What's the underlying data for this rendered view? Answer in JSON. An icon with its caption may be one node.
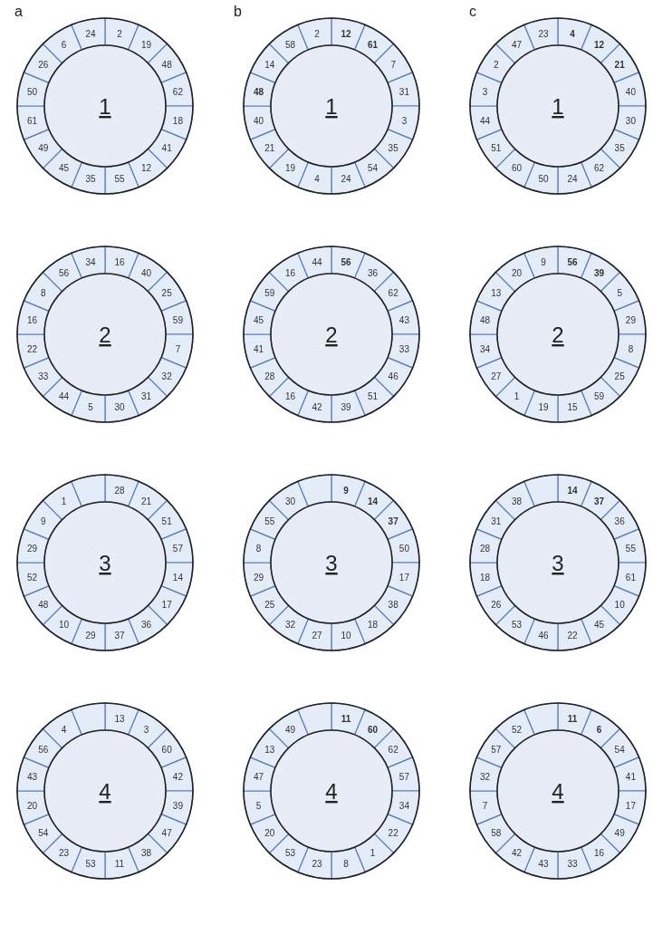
{
  "diagram": {
    "nodes": [
      {
        "text": [
          "1"
        ]
      },
      {
        "text": [
          "2"
        ],
        "in": 0
      },
      {
        "text": [
          "19"
        ],
        "in": 0
      },
      {
        "text": [
          "48"
        ],
        "in": 0
      },
      {
        "text": [
          "62"
        ],
        "in": 0
      },
      {
        "text": [
          "18"
        ],
        "in": 0
      },
      {
        "text": [
          "41"
        ],
        "in": 0
      },
      {
        "text": [
          "12"
        ],
        "in": 0
      },
      {
        "text": [
          "55"
        ],
        "in": 0
      },
      {
        "text": [
          "35"
        ],
        "in": 0
      },
      {
        "text": [
          "45"
        ],
        "in": 0
      },
      {
        "text": [
          "49"
        ],
        "in": 0
      },
      {
        "text": [
          "61"
        ],
        "in": 0
      },
      {
        "text": [
          "50"
        ],
        "in": 0
      },
      {
        "text": [
          "26"
        ],
        "in": 0
      },
      {
        "text": [
          "6"
        ],
        "in": 0
      },
      {
        "text": [
          "24"
        ],
        "in": 0
      },
      {
        "text": [
          "1"
        ]
      },
      {
        "text": [
          "12"
        ],
        "in": 17
      },
      {
        "text": [
          "61"
        ],
        "in": 17
      },
      {
        "text": [
          "7"
        ],
        "in": 17
      },
      {
        "text": [
          "31"
        ],
        "in": 17
      },
      {
        "text": [
          "3"
        ],
        "in": 17
      },
      {
        "text": [
          "35"
        ],
        "in": 17
      },
      {
        "text": [
          "54"
        ],
        "in": 17
      },
      {
        "text": [
          "24"
        ],
        "in": 17
      },
      {
        "text": [
          "4"
        ],
        "in": 17
      },
      {
        "text": [
          "19"
        ],
        "in": 17
      },
      {
        "text": [
          "21"
        ],
        "in": 17
      },
      {
        "text": [
          "40"
        ],
        "in": 17
      },
      {
        "text": [
          "48"
        ],
        "in": 17
      },
      {
        "text": [
          "14"
        ],
        "in": 17
      },
      {
        "text": [
          "58"
        ],
        "in": 17
      },
      {
        "text": [
          "2"
        ],
        "in": 17
      },
      {
        "text": [
          "1"
        ]
      },
      {
        "text": [
          "4"
        ],
        "in": 34
      },
      {
        "text": [
          "12"
        ],
        "in": 34
      },
      {
        "text": [
          "21"
        ],
        "in": 34
      },
      {
        "text": [
          "40"
        ],
        "in": 34
      },
      {
        "text": [
          "30"
        ],
        "in": 34
      },
      {
        "text": [
          "35"
        ],
        "in": 34
      },
      {
        "text": [
          "62"
        ],
        "in": 34
      },
      {
        "text": [
          "24"
        ],
        "in": 34
      },
      {
        "text": [
          "50"
        ],
        "in": 34
      },
      {
        "text": [
          "60"
        ],
        "in": 34
      },
      {
        "text": [
          "51"
        ],
        "in": 34
      },
      {
        "text": [
          "44"
        ],
        "in": 34
      },
      {
        "text": [
          "3"
        ],
        "in": 34
      },
      {
        "text": [
          "2"
        ],
        "in": 34
      },
      {
        "text": [
          "47"
        ],
        "in": 34
      },
      {
        "text": [
          "23"
        ],
        "in": 34
      },
      {
        "text": [
          "2"
        ]
      },
      {
        "text": [
          "16"
        ],
        "in": 51
      },
      {
        "text": [
          "40"
        ],
        "in": 51
      },
      {
        "text": [
          "25"
        ],
        "in": 51
      },
      {
        "text": [
          "59"
        ],
        "in": 51
      },
      {
        "text": [
          "7"
        ],
        "in": 51
      },
      {
        "text": [
          "32"
        ],
        "in": 51
      },
      {
        "text": [
          "31"
        ],
        "in": 51
      },
      {
        "text": [
          "30"
        ],
        "in": 51
      },
      {
        "text": [
          "5"
        ],
        "in": 51
      },
      {
        "text": [
          "44"
        ],
        "in": 51
      },
      {
        "text": [
          "33"
        ],
        "in": 51
      },
      {
        "text": [
          "22"
        ],
        "in": 51
      },
      {
        "text": [
          "16"
        ],
        "in": 51
      },
      {
        "text": [
          "8"
        ],
        "in": 51
      },
      {
        "text": [
          "56"
        ],
        "in": 51
      },
      {
        "text": [
          "34"
        ],
        "in": 51
      },
      {
        "text": [
          "2"
        ]
      },
      {
        "text": [
          "56"
        ],
        "in": 68
      },
      {
        "text": [
          "36"
        ],
        "in": 68
      },
      {
        "text": [
          "62"
        ],
        "in": 68
      },
      {
        "text": [
          "43"
        ],
        "in": 68
      },
      {
        "text": [
          "33"
        ],
        "in": 68
      },
      {
        "text": [
          "46"
        ],
        "in": 68
      },
      {
        "text": [
          "51"
        ],
        "in": 68
      },
      {
        "text": [
          "39"
        ],
        "in": 68
      },
      {
        "text": [
          "42"
        ],
        "in": 68
      },
      {
        "text": [
          "16"
        ],
        "in": 68
      },
      {
        "text": [
          "28"
        ],
        "in": 68
      },
      {
        "text": [
          "41"
        ],
        "in": 68
      },
      {
        "text": [
          "45"
        ],
        "in": 68
      },
      {
        "text": [
          "59"
        ],
        "in": 68
      },
      {
        "text": [
          "16"
        ],
        "in": 68
      },
      {
        "text": [
          "44"
        ],
        "in": 68
      },
      {
        "text": [
          "2"
        ]
      },
      {
        "text": [
          "56"
        ],
        "in": 85
      },
      {
        "text": [
          "39"
        ],
        "in": 85
      },
      {
        "text": [
          "5"
        ],
        "in": 85
      },
      {
        "text": [
          "29"
        ],
        "in": 85
      },
      {
        "text": [
          "8"
        ],
        "in": 85
      },
      {
        "text": [
          "25"
        ],
        "in": 85
      },
      {
        "text": [
          "59"
        ],
        "in": 85
      },
      {
        "text": [
          "15"
        ],
        "in": 85
      },
      {
        "text": [
          "19"
        ],
        "in": 85
      },
      {
        "text": [
          "1"
        ],
        "in": 85
      },
      {
        "text": [
          "27"
        ],
        "in": 85
      },
      {
        "text": [
          "34"
        ],
        "in": 85
      },
      {
        "text": [
          "48"
        ],
        "in": 85
      },
      {
        "text": [
          "13"
        ],
        "in": 85
      },
      {
        "text": [
          "20"
        ],
        "in": 85
      },
      {
        "text": [
          "9"
        ],
        "in": 85
      },
      {
        "text": [
          "3"
        ]
      },
      {
        "text": [
          "28"
        ],
        "in": 102
      },
      {
        "text": [
          "21"
        ],
        "in": 102
      },
      {
        "text": [
          "51"
        ],
        "in": 102
      },
      {
        "text": [
          "57"
        ],
        "in": 102
      },
      {
        "text": [
          "14"
        ],
        "in": 102
      },
      {
        "text": [
          "17"
        ],
        "in": 102
      },
      {
        "text": [
          "36"
        ],
        "in": 102
      },
      {
        "text": [
          "37"
        ],
        "in": 102
      },
      {
        "text": [
          "29"
        ],
        "in": 102
      },
      {
        "text": [
          "10"
        ],
        "in": 102
      },
      {
        "text": [
          "48"
        ],
        "in": 102
      },
      {
        "text": [
          "52"
        ],
        "in": 102
      },
      {
        "text": [
          "29"
        ],
        "in": 102
      },
      {
        "text": [
          "9"
        ],
        "in": 102
      },
      {
        "text": [
          "1"
        ],
        "in": 102
      },
      {
        "text": [],
        "shape": "segment",
        "in": 102
      },
      {
        "text": [
          "3"
        ]
      },
      {
        "text": [
          "9"
        ],
        "in": 119
      },
      {
        "text": [
          "14"
        ],
        "in": 119
      },
      {
        "text": [
          "37"
        ],
        "in": 119
      },
      {
        "text": [
          "50"
        ],
        "in": 119
      },
      {
        "text": [
          "17"
        ],
        "in": 119
      },
      {
        "text": [
          "38"
        ],
        "in": 119
      },
      {
        "text": [
          "18"
        ],
        "in": 119
      },
      {
        "text": [
          "10"
        ],
        "in": 119
      },
      {
        "text": [
          "27"
        ],
        "in": 119
      },
      {
        "text": [
          "32"
        ],
        "in": 119
      },
      {
        "text": [
          "25"
        ],
        "in": 119
      },
      {
        "text": [
          "29"
        ],
        "in": 119
      },
      {
        "text": [
          "8"
        ],
        "in": 119
      },
      {
        "text": [
          "55"
        ],
        "in": 119
      },
      {
        "text": [
          "30"
        ],
        "in": 119
      },
      {
        "text": [],
        "shape": "segment",
        "in": 119
      },
      {
        "text": [
          "3"
        ]
      },
      {
        "text": [
          "14"
        ],
        "in": 136
      },
      {
        "text": [
          "37"
        ],
        "in": 136
      },
      {
        "text": [
          "36"
        ],
        "in": 136
      },
      {
        "text": [
          "55"
        ],
        "in": 136
      },
      {
        "text": [
          "61"
        ],
        "in": 136
      },
      {
        "text": [
          "10"
        ],
        "in": 136
      },
      {
        "text": [
          "45"
        ],
        "in": 136
      },
      {
        "text": [
          "22"
        ],
        "in": 136
      },
      {
        "text": [
          "46"
        ],
        "in": 136
      },
      {
        "text": [
          "53"
        ],
        "in": 136
      },
      {
        "text": [
          "26"
        ],
        "in": 136
      },
      {
        "text": [
          "18"
        ],
        "in": 136
      },
      {
        "text": [
          "28"
        ],
        "in": 136
      },
      {
        "text": [
          "31"
        ],
        "in": 136
      },
      {
        "text": [
          "38"
        ],
        "in": 136
      },
      {
        "text": [],
        "shape": "segment",
        "in": 136
      },
      {
        "text": [
          "4"
        ]
      },
      {
        "text": [
          "13"
        ],
        "in": 153
      },
      {
        "text": [
          "3"
        ],
        "in": 153
      },
      {
        "text": [
          "60"
        ],
        "in": 153
      },
      {
        "text": [
          "42"
        ],
        "in": 153
      },
      {
        "text": [
          "39"
        ],
        "in": 153
      },
      {
        "text": [
          "47"
        ],
        "in": 153
      },
      {
        "text": [
          "38"
        ],
        "in": 153
      },
      {
        "text": [
          "11"
        ],
        "in": 153
      },
      {
        "text": [
          "53"
        ],
        "in": 153
      },
      {
        "text": [
          "23"
        ],
        "in": 153
      },
      {
        "text": [
          "54"
        ],
        "in": 153
      },
      {
        "text": [
          "20"
        ],
        "in": 153
      },
      {
        "text": [
          "43"
        ],
        "in": 153
      },
      {
        "text": [
          "56"
        ],
        "in": 153
      },
      {
        "text": [
          "4"
        ],
        "in": 153
      },
      {
        "text": [],
        "shape": "segment",
        "in": 153
      },
      {
        "text": [
          "4"
        ]
      },
      {
        "text": [
          "11"
        ],
        "in": 170
      },
      {
        "text": [
          "60"
        ],
        "in": 170
      },
      {
        "text": [
          "62"
        ],
        "in": 170
      },
      {
        "text": [
          "57"
        ],
        "in": 170
      },
      {
        "text": [
          "34"
        ],
        "in": 170
      },
      {
        "text": [
          "22"
        ],
        "in": 170
      },
      {
        "text": [
          "1"
        ],
        "in": 170
      },
      {
        "text": [
          "8"
        ],
        "in": 170
      },
      {
        "text": [
          "23"
        ],
        "in": 170
      },
      {
        "text": [
          "53"
        ],
        "in": 170
      },
      {
        "text": [
          "20"
        ],
        "in": 170
      },
      {
        "text": [
          "5"
        ],
        "in": 170
      },
      {
        "text": [
          "47"
        ],
        "in": 170
      },
      {
        "text": [
          "13"
        ],
        "in": 170
      },
      {
        "text": [
          "49"
        ],
        "in": 170
      },
      {
        "text": [],
        "shape": "segment",
        "in": 170
      },
      {
        "text": [
          "4"
        ]
      },
      {
        "text": [
          "11"
        ],
        "in": 187
      },
      {
        "text": [
          "6"
        ],
        "in": 187
      },
      {
        "text": [
          "54"
        ],
        "in": 187
      },
      {
        "text": [
          "41"
        ],
        "in": 187
      },
      {
        "text": [
          "17"
        ],
        "in": 187
      },
      {
        "text": [
          "49"
        ],
        "in": 187
      },
      {
        "text": [
          "16"
        ],
        "in": 187
      },
      {
        "text": [
          "33"
        ],
        "in": 187
      },
      {
        "text": [
          "43"
        ],
        "in": 187
      },
      {
        "text": [
          "42"
        ],
        "in": 187
      },
      {
        "text": [
          "58"
        ],
        "in": 187
      },
      {
        "text": [
          "7"
        ],
        "in": 187
      },
      {
        "text": [
          "32"
        ],
        "in": 187
      },
      {
        "text": [
          "57"
        ],
        "in": 187
      },
      {
        "text": [
          "52"
        ],
        "in": 187
      },
      {
        "text": [],
        "shape": "segment",
        "in": 187
      }
    ],
    "labels": [
      "a",
      "b",
      "c"
    ]
  }
}
